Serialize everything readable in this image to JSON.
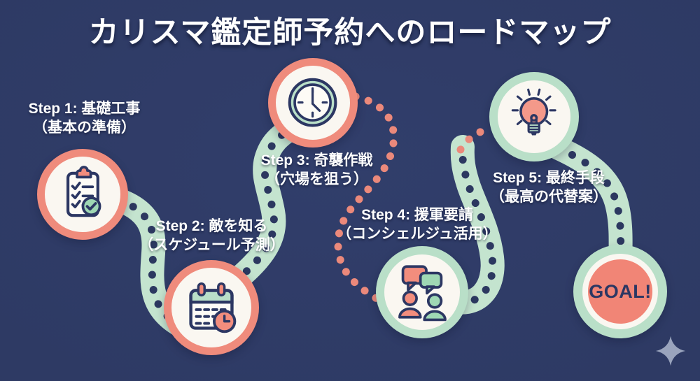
{
  "title": "カリスマ鑑定師予約へのロードマップ",
  "steps": [
    {
      "line1": "Step 1: 基礎工事",
      "line2": "（基本の準備）",
      "icon": "clipboard-checklist-icon",
      "ring_color": "#ef8b7c"
    },
    {
      "line1": "Step 2: 敵を知る",
      "line2": "（スケジュール予測）",
      "icon": "calendar-clock-icon",
      "ring_color": "#ef8b7c"
    },
    {
      "line1": "Step 3: 奇襲作戦",
      "line2": "（穴場を狙う）",
      "icon": "clock-icon",
      "ring_color": "#ef8b7c"
    },
    {
      "line1": "Step 4: 援軍要請",
      "line2": "（コンシェルジュ活用）",
      "icon": "chat-people-icon",
      "ring_color": "#b9dfc8"
    },
    {
      "line1": "Step 5: 最終手段",
      "line2": "（最高の代替案）",
      "icon": "lightbulb-icon",
      "ring_color": "#b9dfc8"
    }
  ],
  "goal": {
    "label": "GOAL!"
  },
  "decorations": {
    "sparkle_icon": "sparkle-icon"
  },
  "colors": {
    "background": "#2e3a64",
    "ring_salmon": "#ef8b7c",
    "ring_mint": "#b9dfc8",
    "path_mint": "#c4e4cf",
    "dot_navy": "#2c3860",
    "dot_salmon": "#eb897b",
    "circle_fill": "#faf7f1",
    "goal_fill": "#f18576",
    "text": "#ffffff",
    "sparkle": "#9aa4bd"
  }
}
